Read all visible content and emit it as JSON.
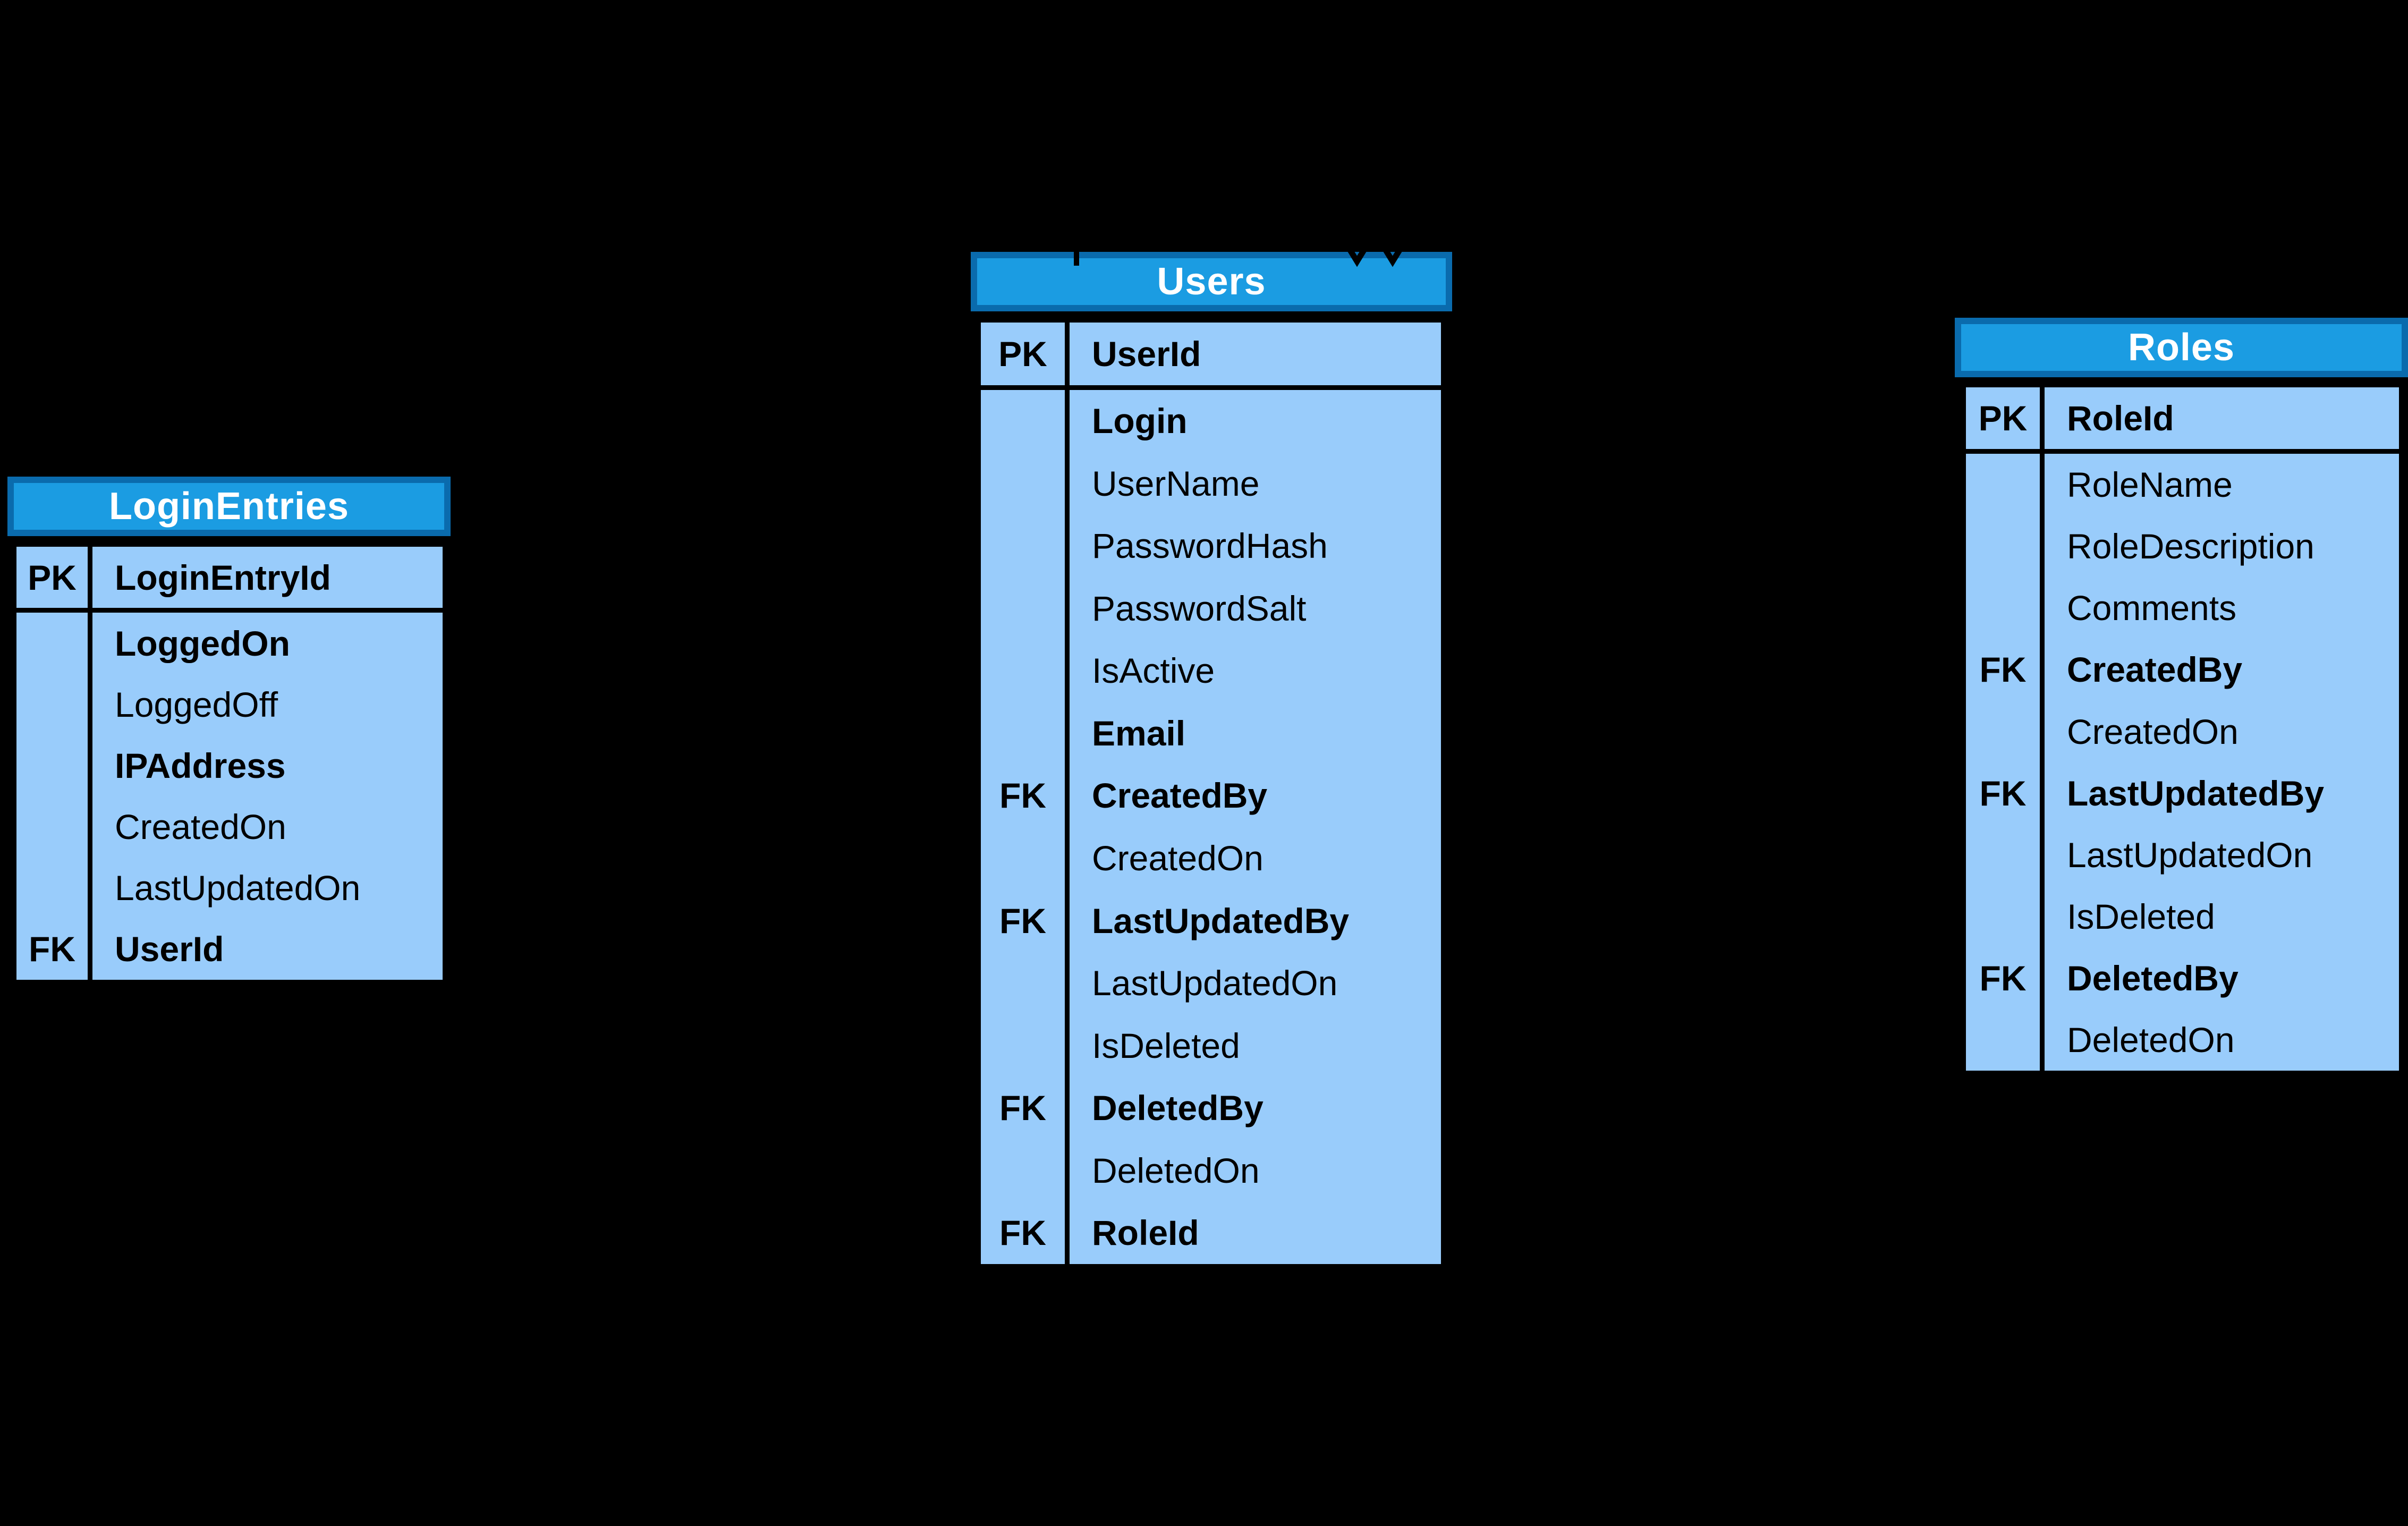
{
  "diagram": {
    "type": "entity-relationship",
    "background_color": "#000000",
    "colors": {
      "header_fill": "#1B9CE2",
      "header_border": "#0A6BAD",
      "row_fill": "#99CCFB",
      "table_border": "#000000",
      "title_text": "#FFFFFF",
      "attribute_text": "#000000"
    }
  },
  "tables": [
    {
      "title": "LoginEntries",
      "rows": [
        {
          "key": "PK",
          "name": "LoginEntryId",
          "bold": true
        },
        {
          "key": "",
          "name": "LoggedOn",
          "bold": true
        },
        {
          "key": "",
          "name": "LoggedOff",
          "bold": false
        },
        {
          "key": "",
          "name": "IPAddress",
          "bold": true
        },
        {
          "key": "",
          "name": "CreatedOn",
          "bold": false
        },
        {
          "key": "",
          "name": "LastUpdatedOn",
          "bold": false
        },
        {
          "key": "FK",
          "name": "UserId",
          "bold": true
        }
      ]
    },
    {
      "title": "Users",
      "rows": [
        {
          "key": "PK",
          "name": "UserId",
          "bold": true
        },
        {
          "key": "",
          "name": "Login",
          "bold": true
        },
        {
          "key": "",
          "name": "UserName",
          "bold": false
        },
        {
          "key": "",
          "name": "PasswordHash",
          "bold": false
        },
        {
          "key": "",
          "name": "PasswordSalt",
          "bold": false
        },
        {
          "key": "",
          "name": "IsActive",
          "bold": false
        },
        {
          "key": "",
          "name": "Email",
          "bold": true
        },
        {
          "key": "FK",
          "name": "CreatedBy",
          "bold": true
        },
        {
          "key": "",
          "name": "CreatedOn",
          "bold": false
        },
        {
          "key": "FK",
          "name": "LastUpdatedBy",
          "bold": true
        },
        {
          "key": "",
          "name": "LastUpdatedOn",
          "bold": false
        },
        {
          "key": "",
          "name": "IsDeleted",
          "bold": false
        },
        {
          "key": "FK",
          "name": "DeletedBy",
          "bold": true
        },
        {
          "key": "",
          "name": "DeletedOn",
          "bold": false
        },
        {
          "key": "FK",
          "name": "RoleId",
          "bold": true
        }
      ]
    },
    {
      "title": "Roles",
      "rows": [
        {
          "key": "PK",
          "name": "RoleId",
          "bold": true
        },
        {
          "key": "",
          "name": "RoleName",
          "bold": false
        },
        {
          "key": "",
          "name": "RoleDescription",
          "bold": false
        },
        {
          "key": "",
          "name": "Comments",
          "bold": false
        },
        {
          "key": "FK",
          "name": "CreatedBy",
          "bold": true
        },
        {
          "key": "",
          "name": "CreatedOn",
          "bold": false
        },
        {
          "key": "FK",
          "name": "LastUpdatedBy",
          "bold": true
        },
        {
          "key": "",
          "name": "LastUpdatedOn",
          "bold": false
        },
        {
          "key": "",
          "name": "IsDeleted",
          "bold": false
        },
        {
          "key": "FK",
          "name": "DeletedBy",
          "bold": true
        },
        {
          "key": "",
          "name": "DeletedOn",
          "bold": false
        }
      ]
    }
  ],
  "connectors": {
    "users_header_marks": [
      {
        "type": "line-tick"
      },
      {
        "type": "arrowhead-down"
      },
      {
        "type": "arrowhead-down"
      }
    ]
  }
}
